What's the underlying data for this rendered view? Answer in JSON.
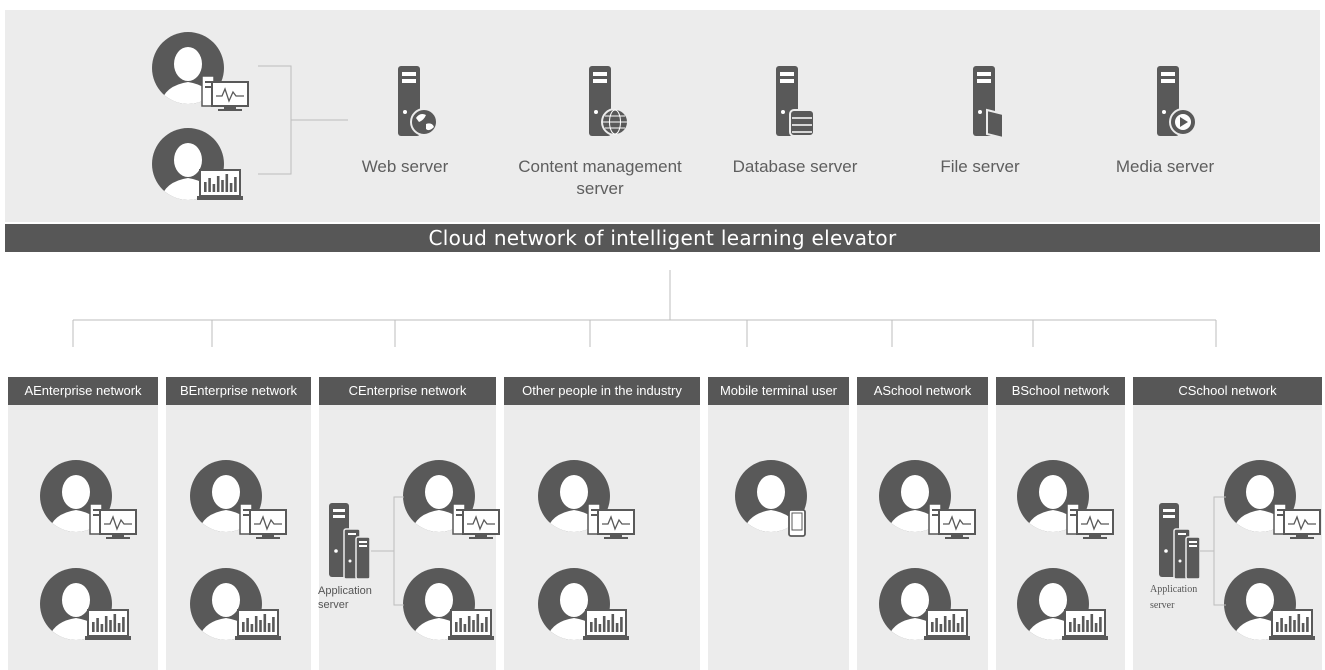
{
  "banner": {
    "title": "Cloud network of intelligent learning elevator"
  },
  "servers": [
    {
      "label": "Web server",
      "icon": "globe"
    },
    {
      "label": "Content management server",
      "icon": "www"
    },
    {
      "label": "Database server",
      "icon": "database"
    },
    {
      "label": "File server",
      "icon": "folder"
    },
    {
      "label": "Media server",
      "icon": "play"
    }
  ],
  "top_users": [
    {
      "icon": "user-monitor-icon"
    },
    {
      "icon": "user-chart-icon"
    }
  ],
  "networks": [
    {
      "label": "AEnterprise network",
      "users": [
        "monitor",
        "chart"
      ]
    },
    {
      "label": "BEnterprise network",
      "users": [
        "monitor",
        "chart"
      ]
    },
    {
      "label": "CEnterprise network",
      "users": [
        "monitor",
        "chart"
      ],
      "app_server_label": "Application server"
    },
    {
      "label": "Other people in the industry",
      "users": [
        "monitor",
        "chart"
      ]
    },
    {
      "label": "Mobile terminal user",
      "users": [
        "phone"
      ]
    },
    {
      "label": "ASchool network",
      "users": [
        "monitor",
        "chart"
      ]
    },
    {
      "label": "BSchool network",
      "users": [
        "monitor",
        "chart"
      ]
    },
    {
      "label": "CSchool network",
      "users": [
        "monitor",
        "chart"
      ],
      "app_server_label": "Application server"
    }
  ],
  "colors": {
    "panel": "#ececec",
    "dark": "#575757",
    "icon": "#595959",
    "text": "#5e5e5e",
    "line": "#bdbdbd"
  }
}
